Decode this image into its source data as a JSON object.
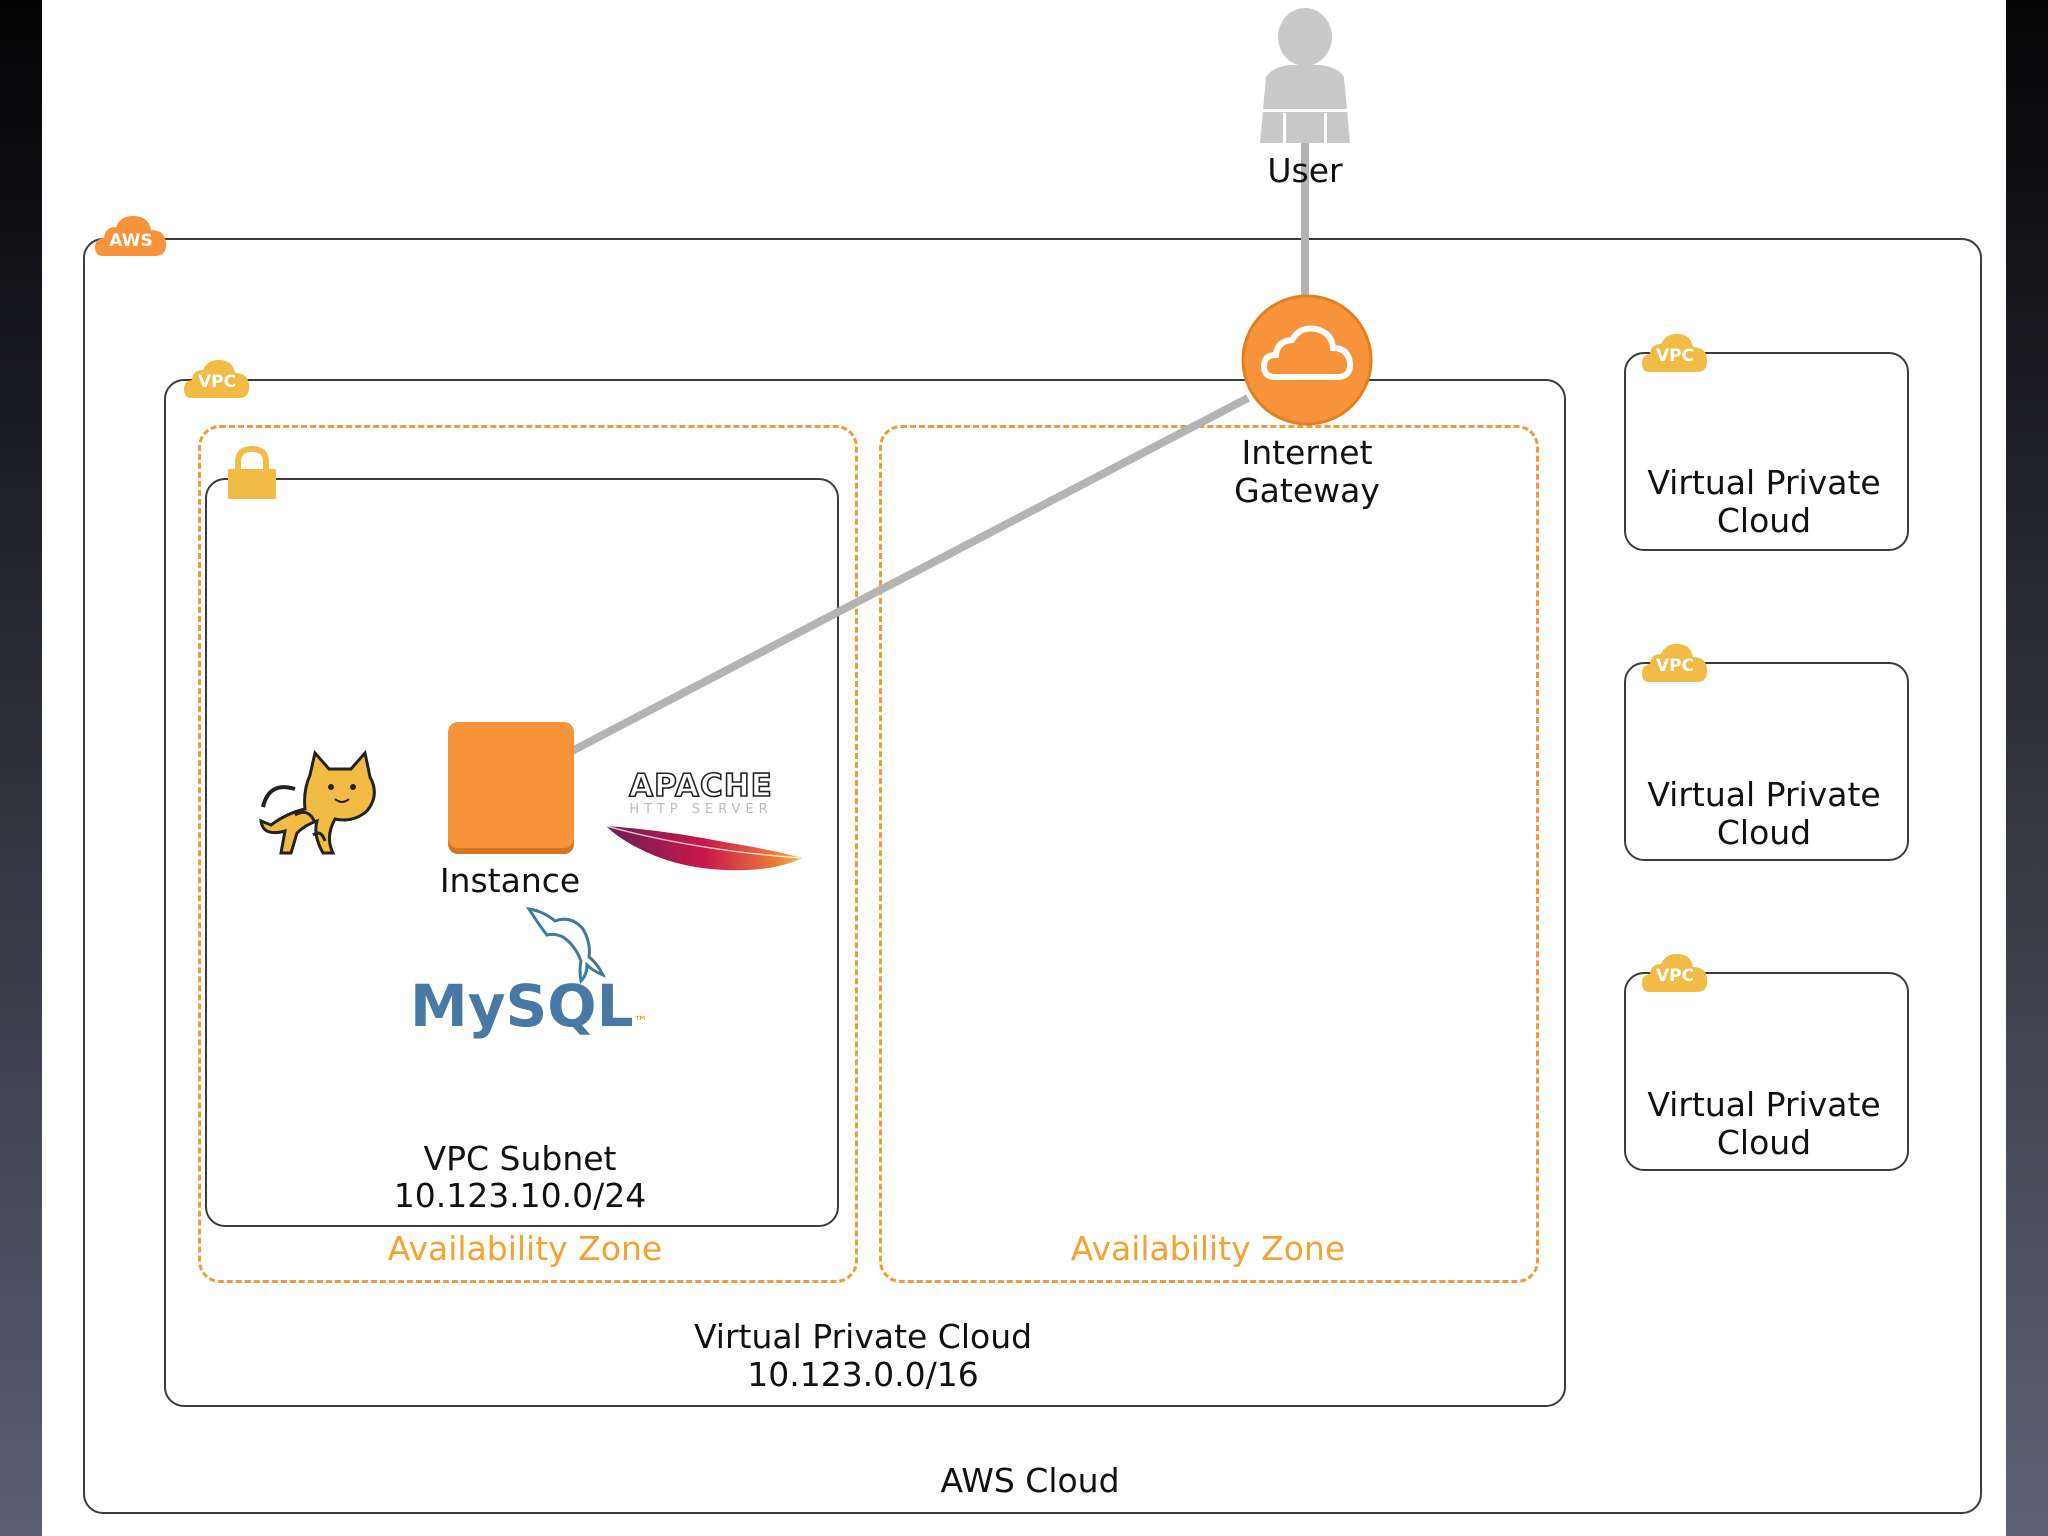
{
  "user": {
    "label": "User"
  },
  "aws": {
    "badge": "AWS",
    "label": "AWS Cloud"
  },
  "vpc": {
    "badge": "VPC",
    "title": "Virtual Private Cloud",
    "cidr": "10.123.0.0/16"
  },
  "gateway": {
    "line1": "Internet",
    "line2": "Gateway"
  },
  "subnet": {
    "title": "VPC Subnet",
    "cidr": "10.123.10.0/24"
  },
  "instance": {
    "label": "Instance"
  },
  "zones": [
    {
      "label": "Availability Zone"
    },
    {
      "label": "Availability Zone"
    }
  ],
  "apache": {
    "name": "APACHE",
    "sub": "HTTP SERVER"
  },
  "mysql": {
    "name": "MySQL",
    "tm": "™"
  },
  "other_vpcs": [
    {
      "badge": "VPC",
      "line1": "Virtual Private",
      "line2": "Cloud"
    },
    {
      "badge": "VPC",
      "line1": "Virtual Private",
      "line2": "Cloud"
    },
    {
      "badge": "VPC",
      "line1": "Virtual Private",
      "line2": "Cloud"
    }
  ],
  "colors": {
    "orange": "#f7943b",
    "gold": "#f1bb45",
    "zone": "#f29a37",
    "line": "#b3b3b3"
  }
}
